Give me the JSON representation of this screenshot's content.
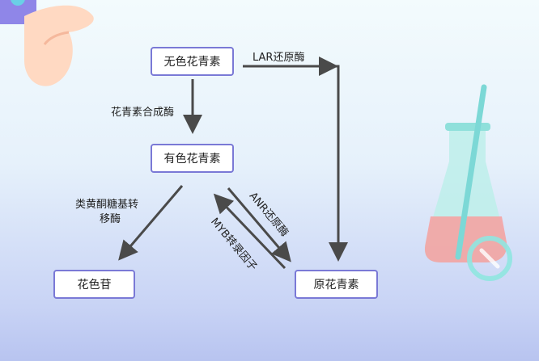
{
  "nodes": {
    "colorless": "无色花青素",
    "colored": "有色花青素",
    "glycoside": "花色苷",
    "procyanidin": "原花青素"
  },
  "edges": {
    "lar": "LAR还原酶",
    "synthase": "花青素合成酶",
    "ufgt_line1": "类黄酮糖基转",
    "ufgt_line2": "移酶",
    "anr": "ANR还原酶",
    "myb": "MYB转录因子"
  },
  "icons": [
    "pointing-hand-icon",
    "flask-icon"
  ],
  "colors": {
    "node_border": "#7a79d6",
    "arrow": "#4a4a4a",
    "flask": "#7cd8d6",
    "liquid": "#f4a3a3"
  }
}
